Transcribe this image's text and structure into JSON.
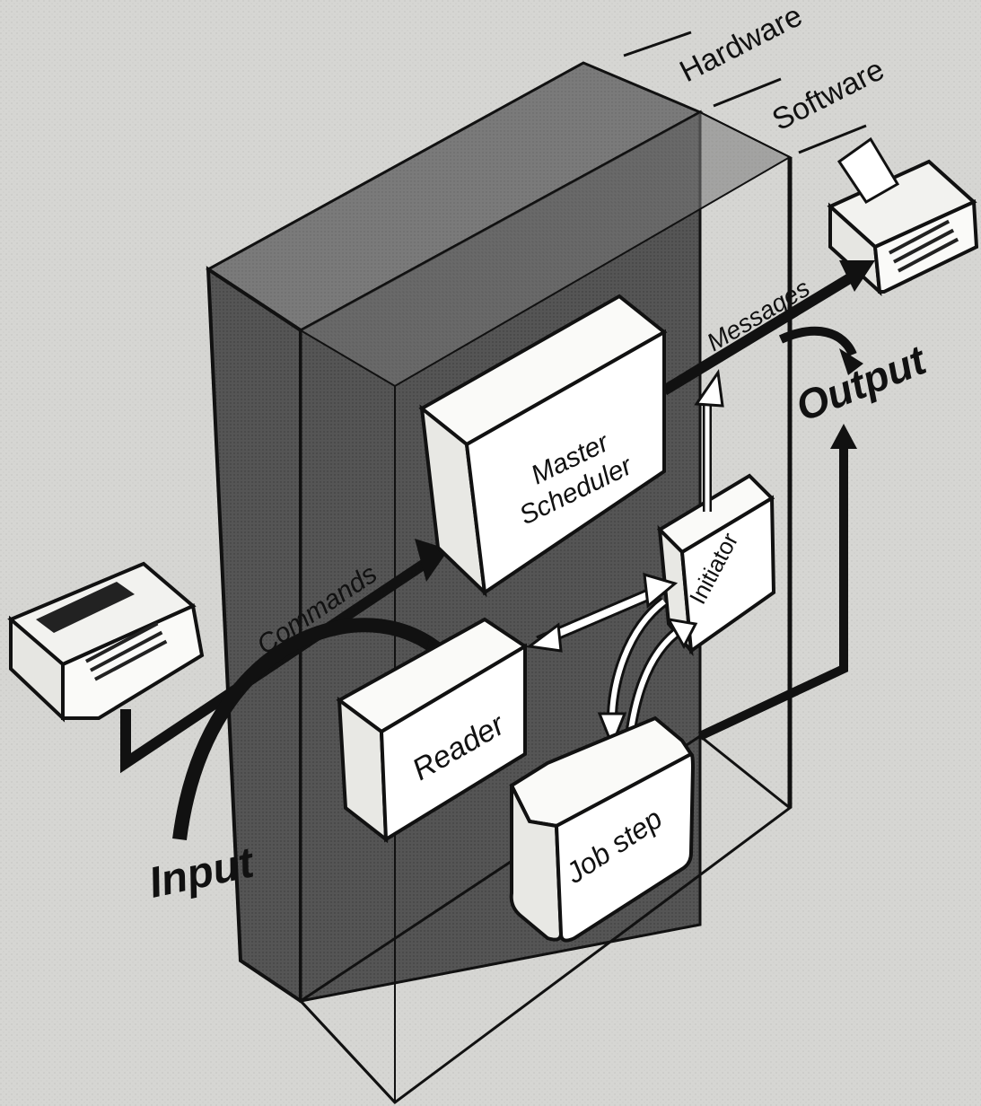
{
  "legend": {
    "hardware": "Hardware",
    "software": "Software"
  },
  "components": {
    "master_scheduler_line1": "Master",
    "master_scheduler_line2": "Scheduler",
    "initiator": "Initiator",
    "reader": "Reader",
    "job_step": "Job step"
  },
  "flows": {
    "commands": "Commands",
    "messages": "Messages",
    "input": "Input",
    "output": "Output"
  },
  "devices": {
    "input_terminal": "terminal-icon",
    "output_printer": "printer-icon"
  }
}
